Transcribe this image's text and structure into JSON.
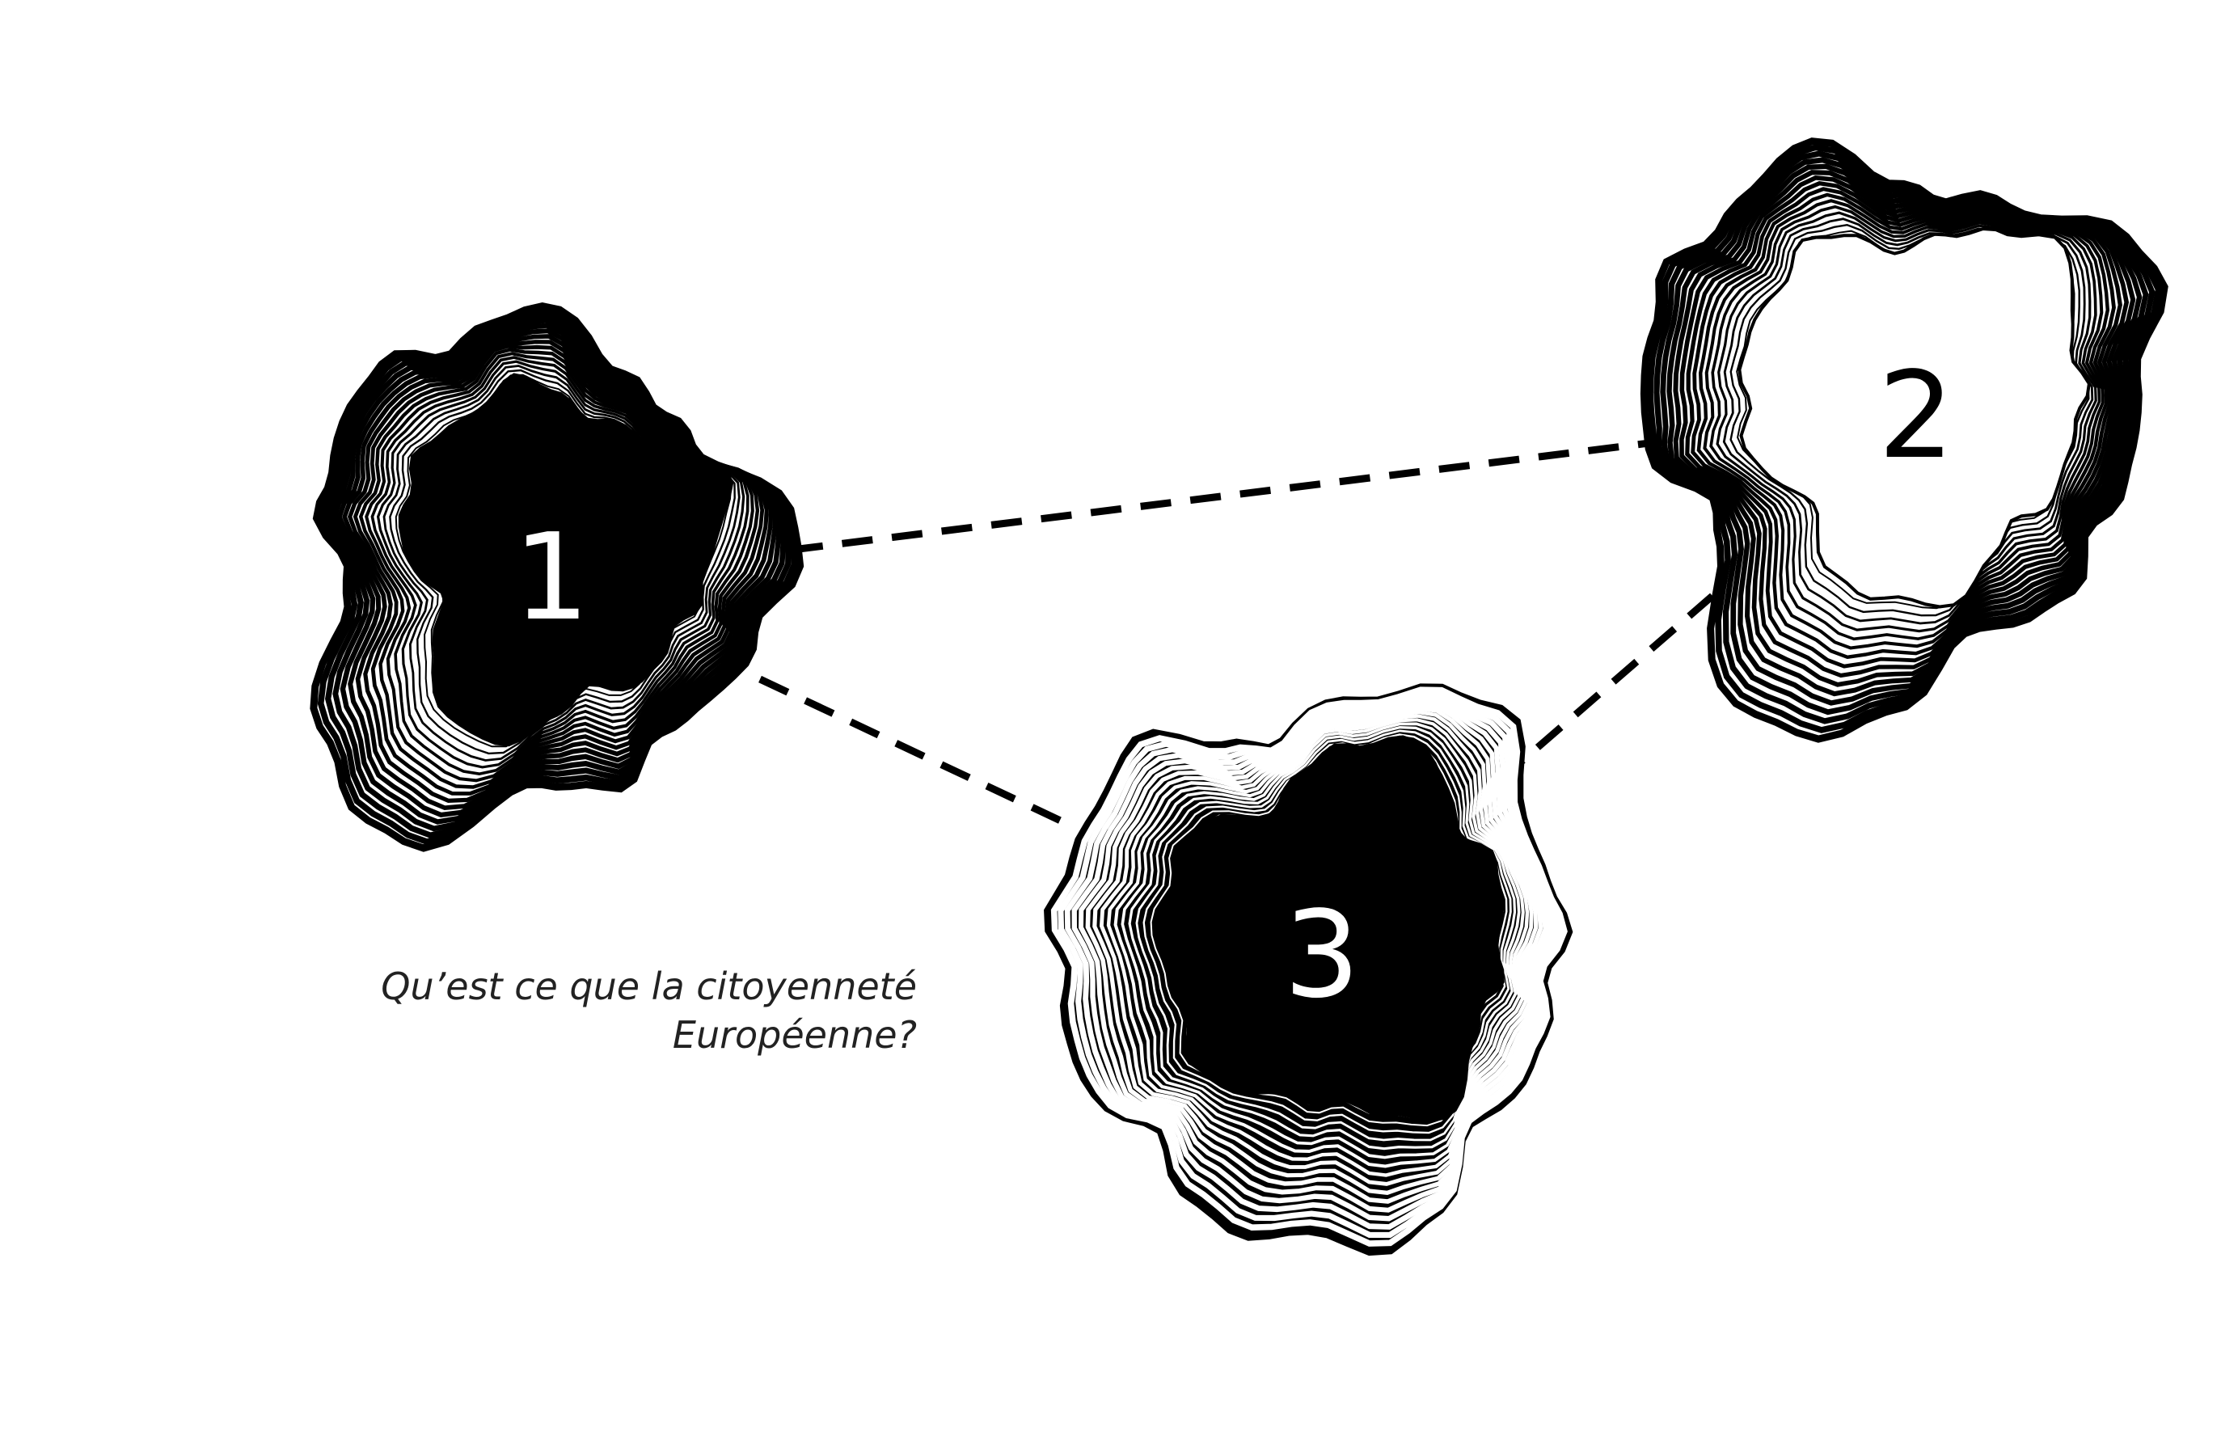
{
  "nodes": [
    {
      "id": "1",
      "label": "1",
      "style": "dark-core"
    },
    {
      "id": "2",
      "label": "2",
      "style": "light-core"
    },
    {
      "id": "3",
      "label": "3",
      "style": "dark-fill"
    }
  ],
  "connections": [
    {
      "from": "1",
      "to": "2",
      "style": "dashed"
    },
    {
      "from": "1",
      "to": "3",
      "style": "dashed"
    },
    {
      "from": "3",
      "to": "2",
      "style": "dashed"
    }
  ],
  "caption": {
    "line1": "Qu’est ce que la citoyenneté",
    "line2": "Européenne?"
  },
  "colors": {
    "ink": "#000000",
    "paper": "#ffffff"
  }
}
